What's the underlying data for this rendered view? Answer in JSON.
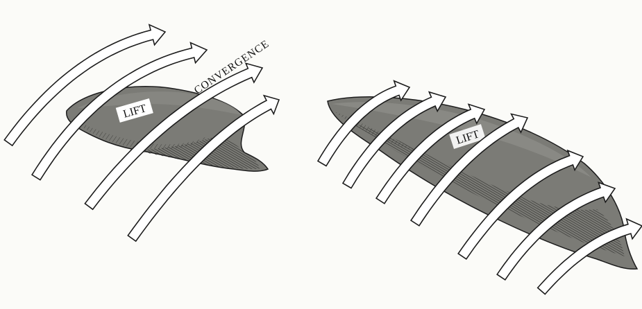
{
  "diagram": {
    "left_panel": {
      "terrain_label": "LIFT",
      "annotation": "CONVERGENCE"
    },
    "right_panel": {
      "terrain_label": "LIFT"
    }
  },
  "colors": {
    "background": "#fbfbf8",
    "ink": "#1c1c1c",
    "terrain_fill": "#7b7b76",
    "terrain_dark": "#3a3a37",
    "arrow_fill": "#ffffff"
  },
  "icons": {
    "wind_arrow": "curved-flow-arrow",
    "terrain": "hatched-hill"
  }
}
